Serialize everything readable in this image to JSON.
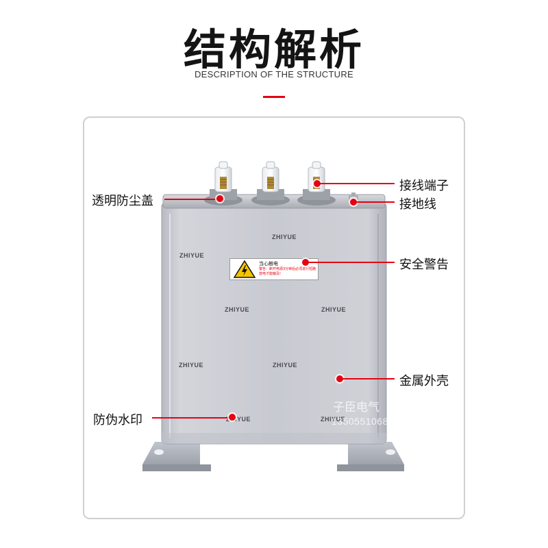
{
  "header": {
    "title": "结构解析",
    "subtitle": "DESCRIPTION OF THE STRUCTURE"
  },
  "callouts": {
    "dust_cover": "透明防尘盖",
    "terminal": "接线端子",
    "ground_wire": "接地线",
    "safety_warning": "安全警告",
    "metal_shell": "金属外壳",
    "anti_counterfeit": "防伪水印"
  },
  "product": {
    "watermark_brand": "ZHIYUE",
    "warning_label": {
      "title": "当心触电",
      "text": "警告：断开电源3分钟后必须进行短路放电才能触及!"
    },
    "shop_watermark": "子臣电气",
    "shop_phone": "13505510688"
  },
  "colors": {
    "accent": "#e60012",
    "frame_border": "#cfcfcf",
    "case_metal": "#c9cbd2",
    "base_plate": "#a9aeb8"
  }
}
